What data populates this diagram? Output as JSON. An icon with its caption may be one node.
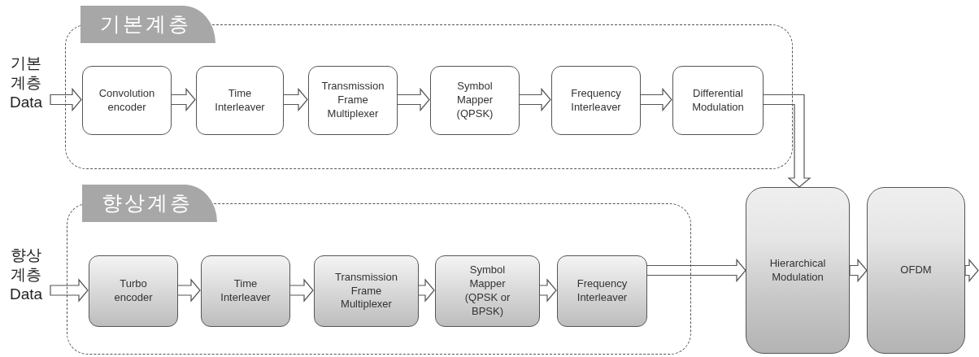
{
  "diagram": {
    "nodes": [
      {
        "text": [
          "기본계층"
        ]
      },
      {
        "text": [
          "기본 계층 Data"
        ]
      },
      {
        "text": [
          "Convolution encoder"
        ],
        "in": 0
      },
      {
        "text": [
          "Time Interleaver"
        ],
        "in": 0
      },
      {
        "text": [
          "Transmission Frame Multiplexer"
        ],
        "in": 0
      },
      {
        "text": [
          "Symbol Mapper (QPSK)"
        ],
        "in": 0
      },
      {
        "text": [
          "Frequency Interleaver"
        ],
        "in": 0
      },
      {
        "text": [
          "Differential Modulation"
        ],
        "in": 0
      },
      {
        "text": [
          "향상계층"
        ]
      },
      {
        "text": [
          "향상 계층 Data"
        ]
      },
      {
        "text": [
          "Turbo encoder"
        ],
        "in": 8
      },
      {
        "text": [
          "Time Interleaver"
        ],
        "in": 8
      },
      {
        "text": [
          "Transmission Frame Multiplexer"
        ],
        "in": 8
      },
      {
        "text": [
          "Symbol Mapper (QPSK or BPSK)"
        ],
        "in": 8
      },
      {
        "text": [
          "Frequency Interleaver"
        ],
        "in": 8
      },
      {
        "text": [
          "Hierarchical Modulation"
        ]
      },
      {
        "text": [
          "OFDM"
        ]
      }
    ],
    "edges": [
      {
        "from": 1,
        "to": 2,
        "arrow": "to"
      },
      {
        "from": 2,
        "to": 3,
        "arrow": "to"
      },
      {
        "from": 3,
        "to": 4,
        "arrow": "to"
      },
      {
        "from": 4,
        "to": 5,
        "arrow": "to"
      },
      {
        "from": 5,
        "to": 6,
        "arrow": "to"
      },
      {
        "from": 6,
        "to": 7,
        "arrow": "to"
      },
      {
        "from": 7,
        "to": 15,
        "arrow": "to"
      },
      {
        "from": 9,
        "to": 10,
        "arrow": "to"
      },
      {
        "from": 10,
        "to": 11,
        "arrow": "to"
      },
      {
        "from": 11,
        "to": 12,
        "arrow": "to"
      },
      {
        "from": 12,
        "to": 13,
        "arrow": "to"
      },
      {
        "from": 13,
        "to": 14,
        "arrow": "to"
      },
      {
        "from": 14,
        "to": 15,
        "arrow": "to"
      },
      {
        "from": 15,
        "to": 16,
        "arrow": "to"
      },
      {
        "from": 16,
        "to": null,
        "arrow": "to"
      }
    ]
  }
}
